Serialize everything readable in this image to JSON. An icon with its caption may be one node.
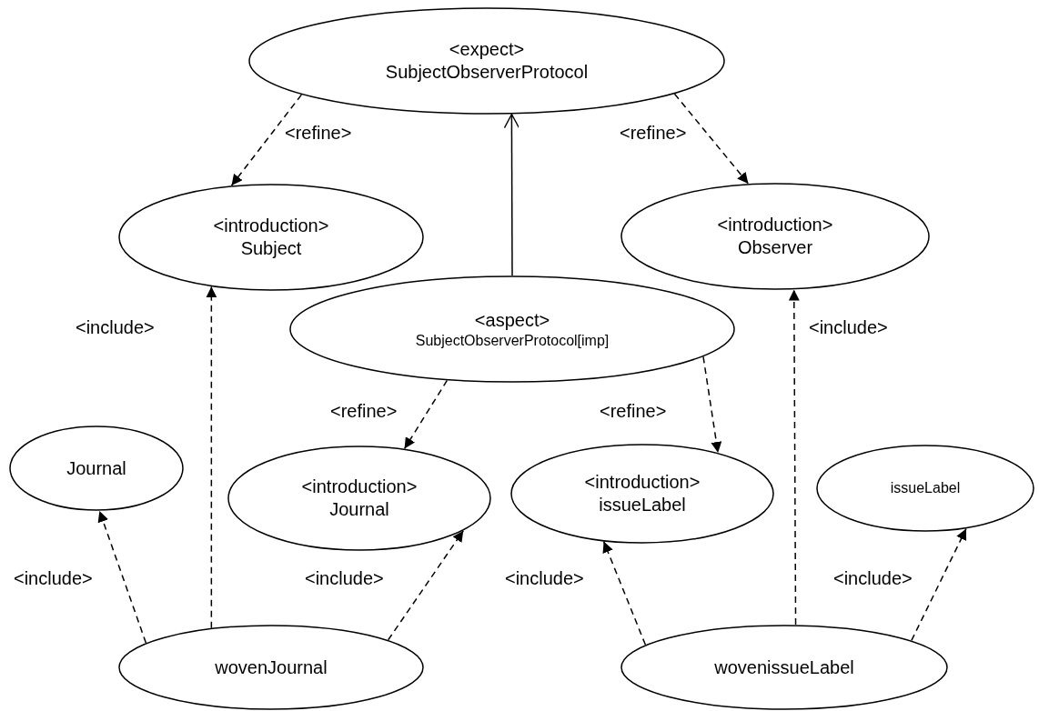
{
  "diagram": {
    "nodes": [
      {
        "text": [
          "<expect>",
          "SubjectObserverProtocol"
        ]
      },
      {
        "text": [
          "<introduction>",
          "Subject"
        ]
      },
      {
        "text": [
          "<introduction>",
          "Observer"
        ]
      },
      {
        "text": [
          "<aspect>",
          "SubjectObserverProtocol[imp]"
        ]
      },
      {
        "text": [
          "Journal"
        ]
      },
      {
        "text": [
          "<introduction>",
          "Journal"
        ]
      },
      {
        "text": [
          "<introduction>",
          "issueLabel"
        ]
      },
      {
        "text": [
          "issueLabel"
        ]
      },
      {
        "text": [
          "wovenJournal"
        ]
      },
      {
        "text": [
          "wovenissueLabel"
        ]
      }
    ],
    "edges": [
      {
        "from": 0,
        "to": 1,
        "arrow": "to",
        "label": "<refine>",
        "style": "dashed"
      },
      {
        "from": 0,
        "to": 2,
        "arrow": "to",
        "label": "<refine>",
        "style": "dashed"
      },
      {
        "from": 3,
        "to": 0,
        "arrow": "to"
      },
      {
        "from": 8,
        "to": 1,
        "arrow": "to",
        "label": "<include>",
        "style": "dashed"
      },
      {
        "from": 3,
        "to": 5,
        "arrow": "to",
        "label": "<refine>",
        "style": "dashed"
      },
      {
        "from": 3,
        "to": 6,
        "arrow": "to",
        "label": "<refine>",
        "style": "dashed"
      },
      {
        "from": 9,
        "to": 2,
        "arrow": "to",
        "label": "<include>",
        "style": "dashed"
      },
      {
        "from": 8,
        "to": 4,
        "arrow": "to",
        "label": "<include>",
        "style": "dashed"
      },
      {
        "from": 8,
        "to": 5,
        "arrow": "to",
        "label": "<include>",
        "style": "dashed"
      },
      {
        "from": 9,
        "to": 6,
        "arrow": "to",
        "label": "<include>",
        "style": "dashed"
      },
      {
        "from": 9,
        "to": 7,
        "arrow": "to",
        "label": "<include>",
        "style": "dashed"
      }
    ]
  }
}
